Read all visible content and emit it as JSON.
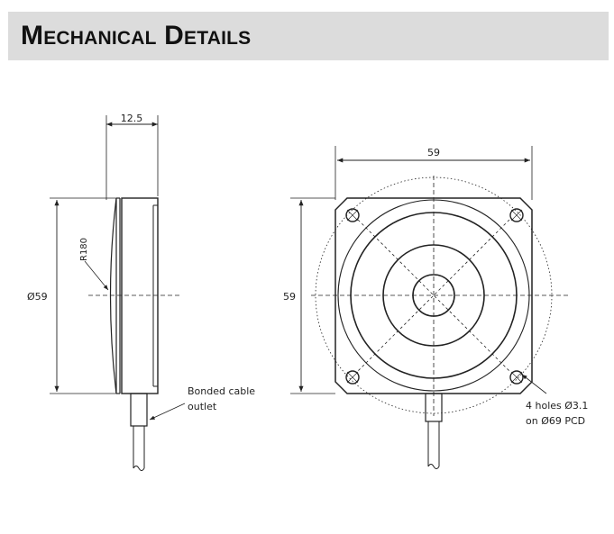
{
  "header": {
    "title": "Mechanical Details"
  },
  "side_view": {
    "width_dim": "12.5",
    "diameter_dim": "Ø59",
    "radius_label": "R180",
    "cable_note_line1": "Bonded cable",
    "cable_note_line2": "outlet"
  },
  "front_view": {
    "width_dim": "59",
    "height_dim": "59",
    "holes_note_line1": "4 holes Ø3.1",
    "holes_note_line2": "on Ø69 PCD"
  },
  "colors": {
    "header_bg": "#dcdcdc",
    "line": "#222222"
  }
}
